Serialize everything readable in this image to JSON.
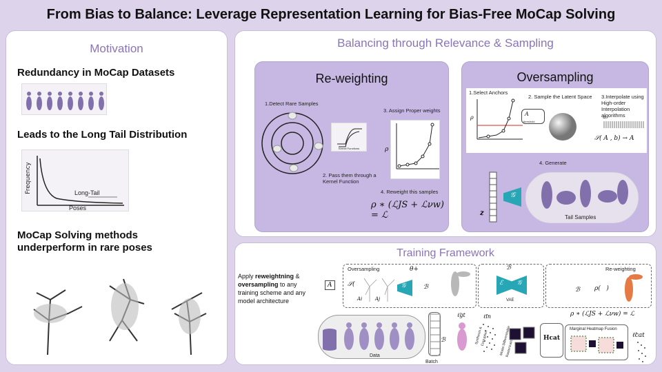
{
  "title": "From Bias to Balance: Leverage Representation Learning for Bias-Free MoCap Solving",
  "motivation": {
    "heading": "Motivation",
    "redundancy": "Redundancy in MoCap Datasets",
    "long_tail": "Leads to the Long Tail Distribution",
    "frequency_label": "Frequency",
    "long_tail_label": "Long-Tail",
    "poses_label": "Poses",
    "underperform": "MoCap Solving methods underperform in rare poses"
  },
  "balancing": {
    "heading": "Balancing through Relevance & Sampling",
    "reweighting": {
      "heading": "Re-weighting",
      "step1": "1.Detect Rare Samples",
      "step2": "2. Pass them through a Kernel Function",
      "step3": "3. Assign Proper weights",
      "step4": "4. Reweight this samples",
      "kernel_caption": "Kernel Functions",
      "rho": "ρ",
      "formula": "ρ ∗ (ℒJS + ℒνw) = ℒ"
    },
    "oversampling": {
      "heading": "Oversampling",
      "step1": "1.Select Anchors",
      "step2": "2. Sample the Latent Space",
      "step3": "3.Interpolate using High-order Interpolation algorithms",
      "step4": "4. Generate",
      "threshold": "threshold",
      "rho": "ρ",
      "u": "u",
      "interp": "𝒮( A , b) → A",
      "A": "A",
      "G": "𝒢",
      "z": "z",
      "tail_samples": "Tail Samples"
    }
  },
  "training": {
    "heading": "Training Framework",
    "apply_pre": "Apply ",
    "apply_b1": "reweightning",
    "apply_mid": " & ",
    "apply_b2": "oversampling",
    "apply_post": " to any training scheme and any model architecture",
    "oversampling": "Oversampling",
    "reweighting": "Re-weighting",
    "theta": "θ+",
    "B": "ℬ",
    "S": "𝒮(",
    "Ai": "Ai",
    "Aj": "Aj",
    "A": "A",
    "G": "𝒢",
    "E": "ℰ",
    "vae": "VAE",
    "rho": "ρ(",
    "rho_close": ")",
    "formula": "ρ ∗ (ℒJS + ℒνw) = ℒ",
    "data": "Data",
    "batch": "Batch",
    "lgt": "ℓ̂gt",
    "lin": "ℓ̂in",
    "h": "Hcat",
    "lcat": "ℓ̂cat",
    "fusion": "Marginal Heatmap Fusion",
    "rot1": "Synthesis & Corruption",
    "rot2": "Model Differentiable Rasterization"
  },
  "colors": {
    "background": "#ddd3ea",
    "accent": "#8a74b8",
    "sub_panel": "#c7b8e3",
    "teal": "#27a6b5",
    "red": "#d9534f"
  }
}
